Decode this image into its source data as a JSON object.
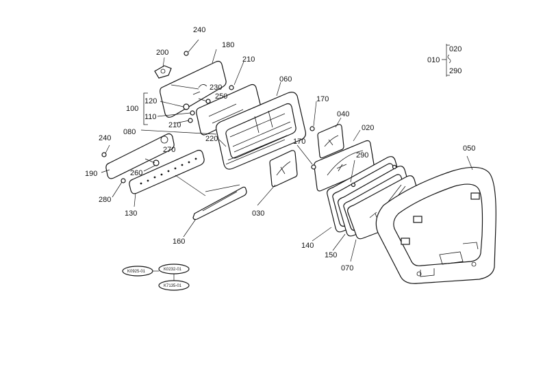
{
  "labels": {
    "p240a": "240",
    "p180": "180",
    "p200": "200",
    "p210a": "210",
    "p060": "060",
    "p230": "230",
    "p120": "120",
    "p250": "250",
    "p100": "100",
    "p110": "110",
    "p170a": "170",
    "p040": "040",
    "p210b": "210",
    "p080": "080",
    "p020": "020",
    "p240b": "240",
    "p270": "270",
    "p220": "220",
    "p170b": "170",
    "p050": "050",
    "p290": "290",
    "p190": "190",
    "p260": "260",
    "p280": "280",
    "p130": "130",
    "p030": "030",
    "p140": "140",
    "p150": "150",
    "p070": "070",
    "p160": "160"
  },
  "key": {
    "k010": "010",
    "k020": "020",
    "k290": "290"
  },
  "refs": {
    "r1": "K0925-01",
    "r2": "K0232-01",
    "r3": "K7135-01"
  }
}
